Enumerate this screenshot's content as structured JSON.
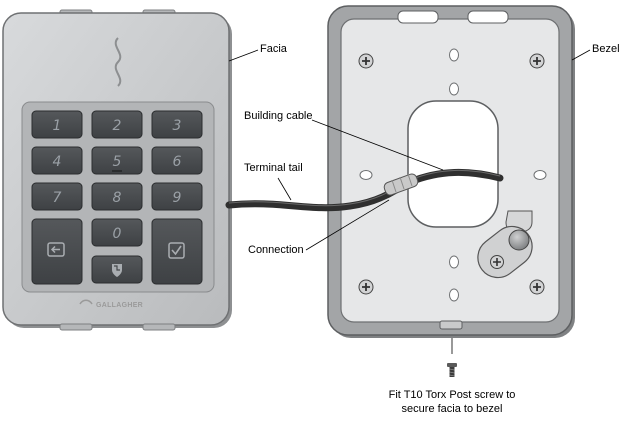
{
  "labels": {
    "facia": "Facia",
    "bezel": "Bezel",
    "building_cable": "Building cable",
    "terminal_tail": "Terminal tail",
    "connection": "Connection",
    "screw_note_line1": "Fit T10 Torx Post screw to",
    "screw_note_line2": "secure facia to bezel"
  },
  "keypad": {
    "keys": [
      "1",
      "2",
      "3",
      "4",
      "5",
      "6",
      "7",
      "8",
      "9",
      "0"
    ],
    "brand": "GALLAGHER",
    "icons": [
      "enter-icon",
      "shield-icon",
      "check-icon"
    ]
  },
  "colors": {
    "facia_body": "#c9cbcd",
    "keypad_panel": "#b8babc",
    "key_face": "#4a4d50",
    "bezel_frame": "#9c9ea0",
    "bezel_plate": "#e3e4e5",
    "cable": "#2f2f2f",
    "connector_sleeve": "#c8c8c8"
  }
}
